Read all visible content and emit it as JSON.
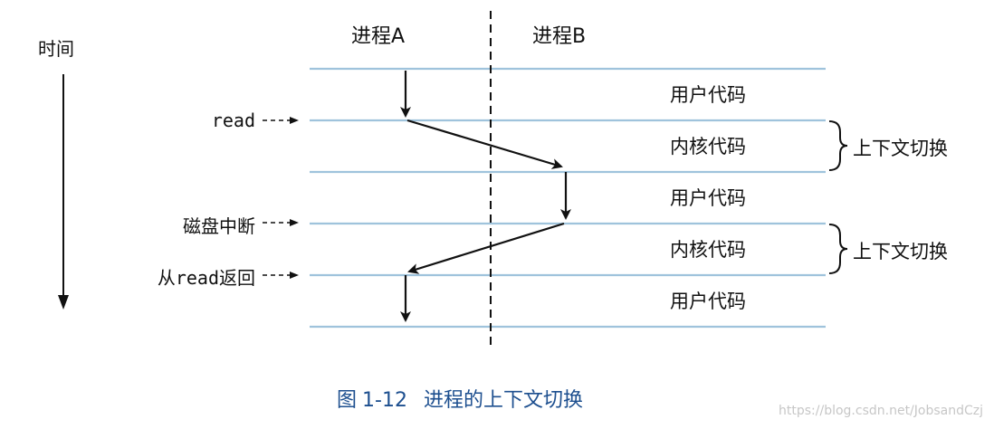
{
  "time_label": "时间",
  "process_a": "进程A",
  "process_b": "进程B",
  "segments": [
    {
      "label": "用户代码"
    },
    {
      "label": "内核代码"
    },
    {
      "label": "用户代码"
    },
    {
      "label": "内核代码"
    },
    {
      "label": "用户代码"
    }
  ],
  "context_switch_labels": [
    "上下文切换",
    "上下文切换"
  ],
  "events": {
    "read": "read",
    "disk_interrupt": "磁盘中断",
    "return_prefix": "从",
    "return_code": "read",
    "return_suffix": "返回"
  },
  "caption": {
    "figure": "图",
    "number": "1-12",
    "text": "进程的上下文切换"
  },
  "watermark": "https://blog.csdn.net/JobsandCzj",
  "colors": {
    "rule_lines": "#9fc3dc",
    "caption": "#1d4f8f",
    "ink": "#111111"
  }
}
